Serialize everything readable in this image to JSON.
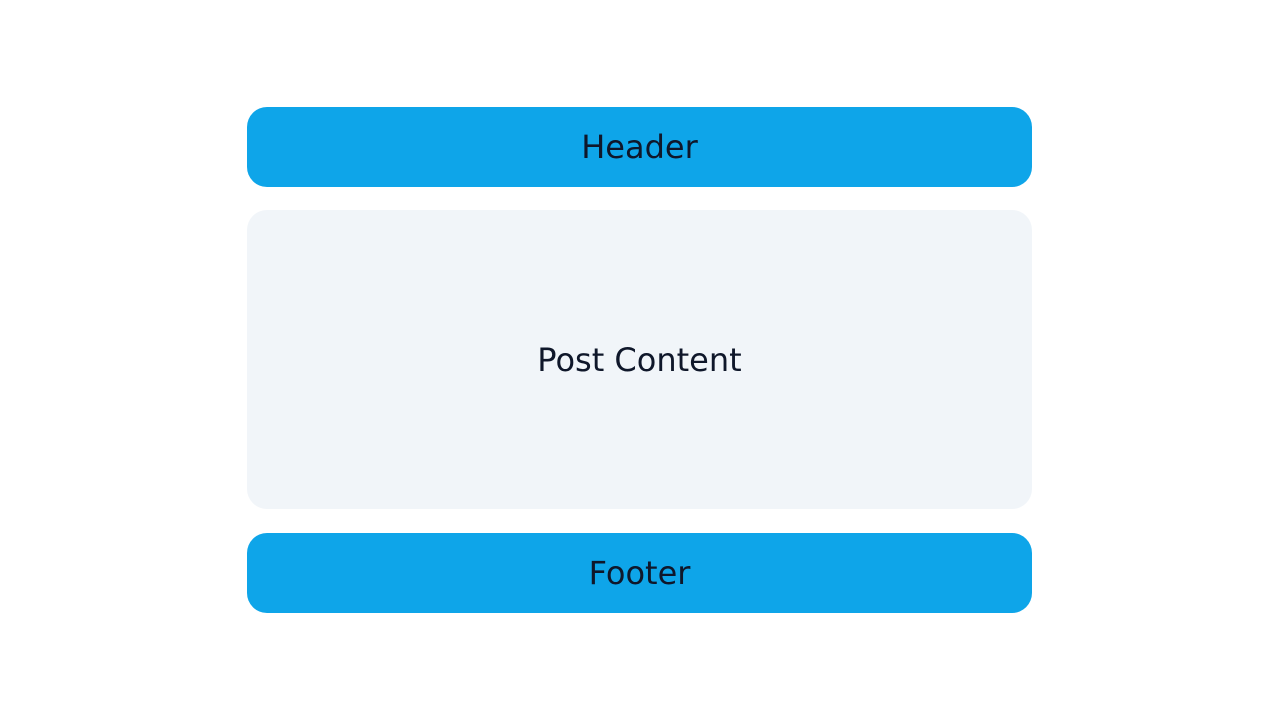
{
  "layout": {
    "header": {
      "label": "Header",
      "color": "#0ea5e9"
    },
    "content": {
      "label": "Post Content",
      "color": "#f1f5f9"
    },
    "footer": {
      "label": "Footer",
      "color": "#0ea5e9"
    },
    "text_color": "#0f172a",
    "background": "#ffffff"
  }
}
